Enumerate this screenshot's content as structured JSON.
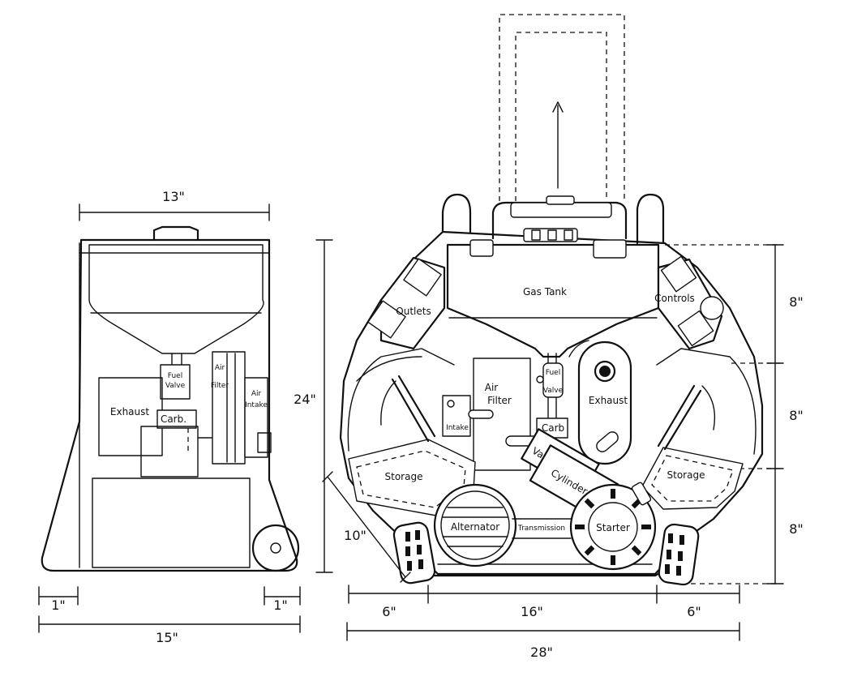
{
  "side_view": {
    "dims": {
      "width_top": "13\"",
      "height": "24\"",
      "left_gap": "1\"",
      "right_gap": "1\"",
      "width_bottom": "15\""
    },
    "labels": {
      "fuel_valve_1": "Fuel",
      "fuel_valve_2": "Valve",
      "air_filter_1": "Air",
      "air_filter_2": "Filter",
      "air_intake_1": "Air",
      "air_intake_2": "Intake",
      "exhaust": "Exhaust",
      "carb": "Carb."
    }
  },
  "front_view": {
    "labels": {
      "gas_tank": "Gas Tank",
      "outlets": "Outlets",
      "controls": "Controls",
      "air_filter_1": "Air",
      "air_filter_2": "Filter",
      "intake": "Intake",
      "fuel_valve_1": "Fuel",
      "fuel_valve_2": "Valve",
      "carb": "Carb",
      "exhaust": "Exhaust",
      "valves": "Valves",
      "cylinder": "Cylinder",
      "storage_left": "Storage",
      "storage_right": "Storage",
      "alternator": "Alternator",
      "transmission": "Transmission",
      "starter": "Starter"
    },
    "dims": {
      "h_top": "8\"",
      "h_mid": "8\"",
      "h_bot": "8\"",
      "diag": "10\"",
      "w_left": "6\"",
      "w_mid": "16\"",
      "w_right": "6\"",
      "w_total": "28\""
    }
  }
}
